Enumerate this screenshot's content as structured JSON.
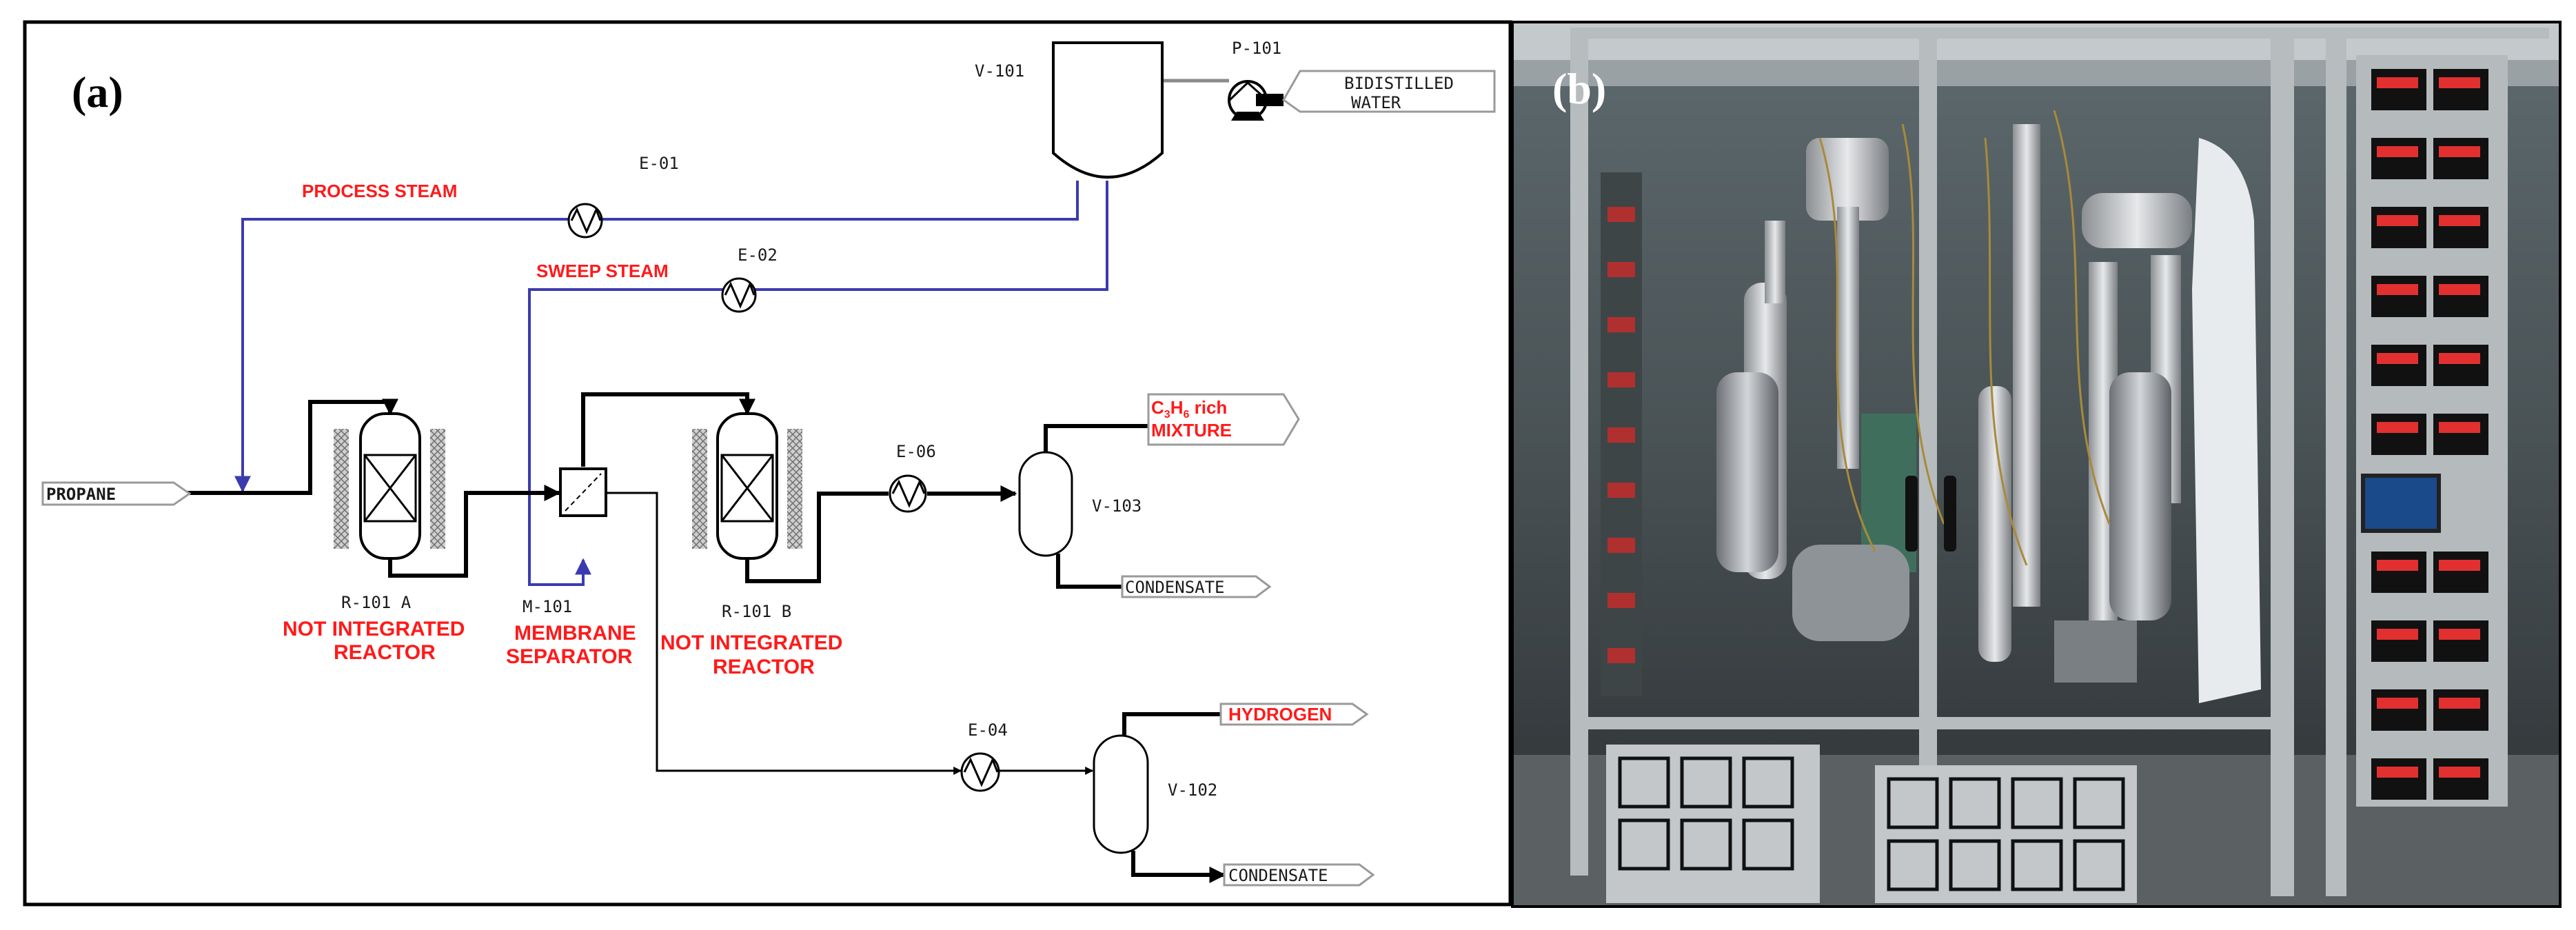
{
  "panels": {
    "a": "(a)",
    "b": "(b)"
  },
  "tags": {
    "v101": "V-101",
    "p101": "P-101",
    "e01": "E-01",
    "e02": "E-02",
    "e06": "E-06",
    "e04": "E-04",
    "v103": "V-103",
    "v102": "V-102",
    "r101a": "R-101 A",
    "m101": "M-101",
    "r101b": "R-101 B"
  },
  "streams": {
    "water_l1": "BIDISTILLED",
    "water_l2": "WATER",
    "propane": "PROPANE",
    "condensate_top": "CONDENSATE",
    "condensate_bottom": "CONDENSATE",
    "hydrogen": "HYDROGEN",
    "c3h6_c": "C",
    "c3h6_sub1": "3",
    "c3h6_h": "H",
    "c3h6_sub2": "6",
    "c3h6_rich": " rich",
    "mixture": "MIXTURE"
  },
  "annotations": {
    "process_steam": "PROCESS STEAM",
    "sweep_steam": "SWEEP STEAM",
    "r101a_l1": "NOT INTEGRATED",
    "r101a_l2": "REACTOR",
    "m101_l1": "MEMBRANE",
    "m101_l2": "SEPARATOR",
    "r101b_l1": "NOT INTEGRATED",
    "r101b_l2": "REACTOR"
  },
  "colors": {
    "process_line": "#000000",
    "steam_line": "#3b3bb0",
    "annotation": "#ff1a1a"
  }
}
